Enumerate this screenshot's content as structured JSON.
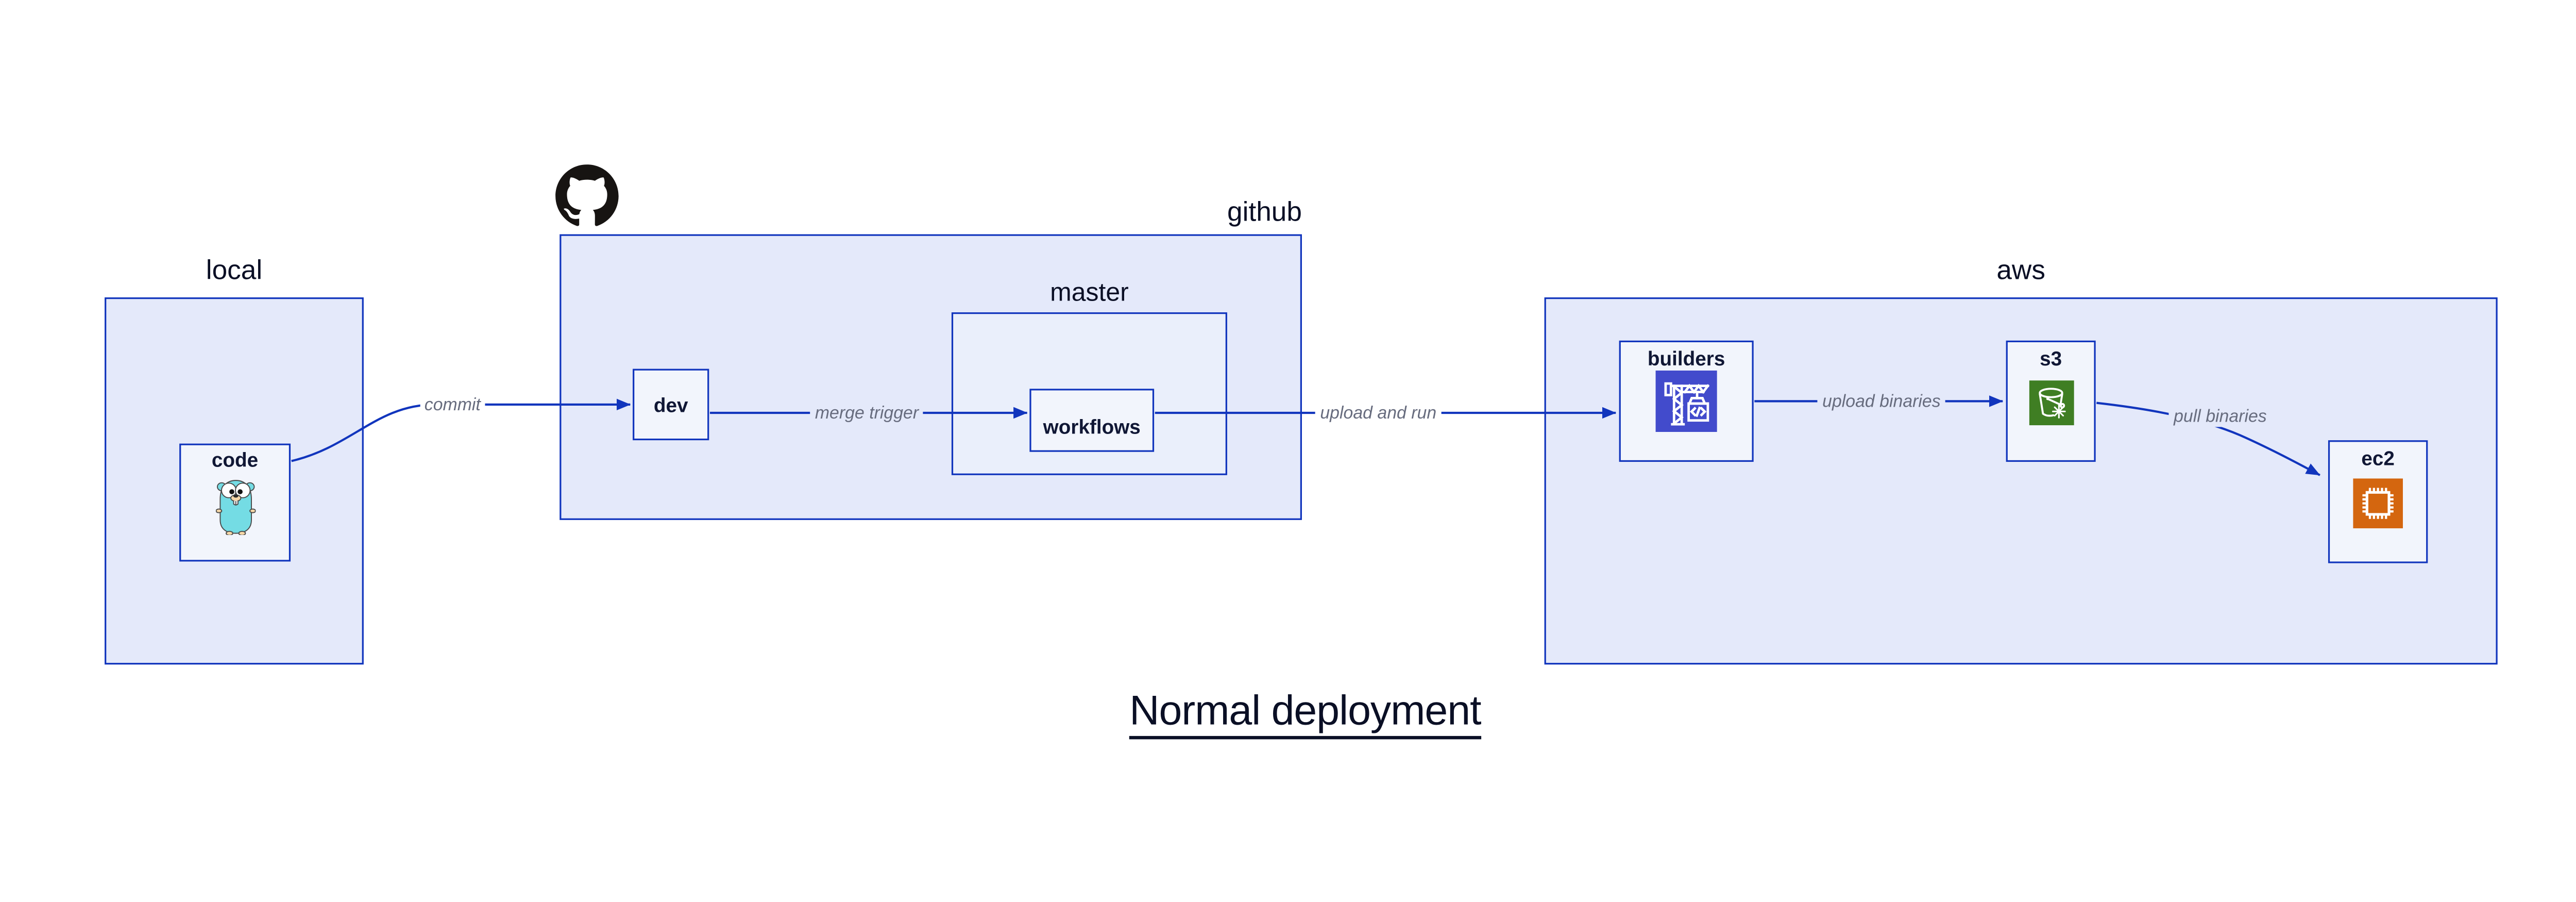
{
  "title": "Normal deployment",
  "containers": {
    "local": {
      "label": "local"
    },
    "github": {
      "label": "github"
    },
    "master": {
      "label": "master"
    },
    "aws": {
      "label": "aws"
    }
  },
  "nodes": {
    "code": {
      "label": "code",
      "icon": "go-gopher-icon"
    },
    "dev": {
      "label": "dev"
    },
    "workflows": {
      "label": "workflows"
    },
    "builders": {
      "label": "builders",
      "icon": "aws-codebuild-icon"
    },
    "s3": {
      "label": "s3",
      "icon": "aws-s3-glacier-icon"
    },
    "ec2": {
      "label": "ec2",
      "icon": "aws-ec2-icon"
    }
  },
  "edges": {
    "commit": {
      "label": "commit"
    },
    "merge_trigger": {
      "label": "merge trigger"
    },
    "upload_and_run": {
      "label": "upload and run"
    },
    "upload_binaries": {
      "label": "upload binaries"
    },
    "pull_binaries": {
      "label": "pull binaries"
    }
  },
  "logos": {
    "github_logo": "octocat-icon"
  },
  "colors": {
    "border_blue": "#1135BD",
    "container_fill": "#E4E9FA",
    "master_fill": "#EAEFFB",
    "node_fill": "#F2F5FC",
    "edge_label_gray": "#676C7E",
    "dark_text": "#0A0F25",
    "codebuild_indigo": "#424BCC",
    "s3_green": "#3F7E23",
    "ec2_orange": "#D4660F",
    "gopher_cyan": "#74DCE4",
    "canvas": "#FFFFFF"
  }
}
